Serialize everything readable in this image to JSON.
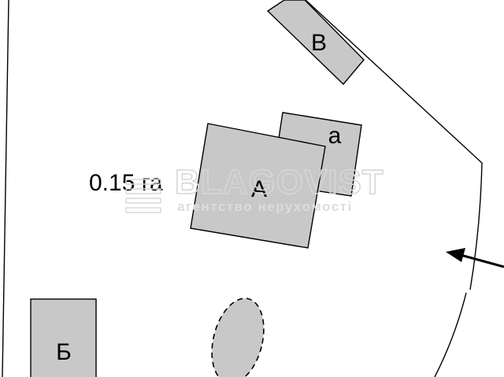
{
  "plot": {
    "area_label": "0.15 га"
  },
  "buildings": {
    "main": {
      "label": "А"
    },
    "annex": {
      "label": "а"
    },
    "top": {
      "label": "В"
    },
    "bottom_left": {
      "label": "Б"
    }
  },
  "watermark": {
    "brand": "BLAGOVIST",
    "tagline": "агентство нерухомості"
  },
  "colors": {
    "building_fill": "#c8c8c8",
    "line": "#000000",
    "watermark": "#d6d6d6"
  }
}
